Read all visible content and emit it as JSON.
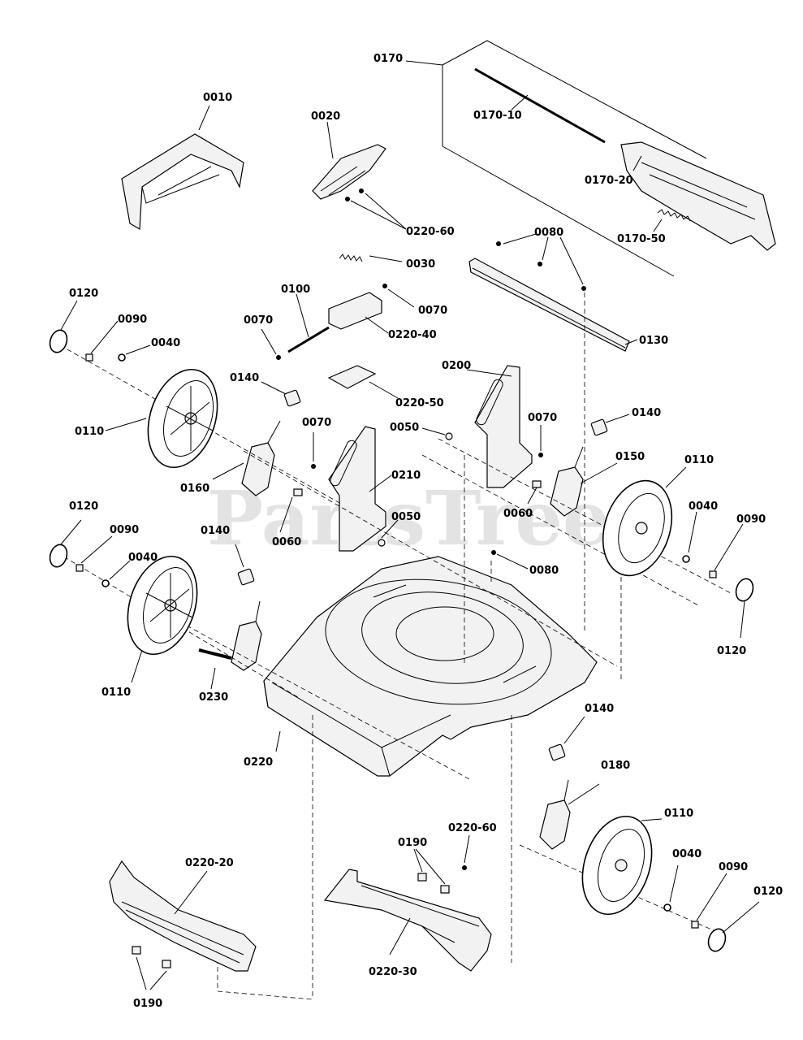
{
  "watermark": "PartsTree",
  "labels": {
    "p0010": "0010",
    "p0020": "0020",
    "p0030": "0030",
    "p0040a": "0040",
    "p0040b": "0040",
    "p0040c": "0040",
    "p0040d": "0040",
    "p0050a": "0050",
    "p0050b": "0050",
    "p0060a": "0060",
    "p0060b": "0060",
    "p0070a": "0070",
    "p0070b": "0070",
    "p0070c": "0070",
    "p0070d": "0070",
    "p0080a": "0080",
    "p0080b": "0080",
    "p0090a": "0090",
    "p0090b": "0090",
    "p0090c": "0090",
    "p0090d": "0090",
    "p0100": "0100",
    "p0110a": "0110",
    "p0110b": "0110",
    "p0110c": "0110",
    "p0110d": "0110",
    "p0120a": "0120",
    "p0120b": "0120",
    "p0120c": "0120",
    "p0120d": "0120",
    "p0130": "0130",
    "p0140a": "0140",
    "p0140b": "0140",
    "p0140c": "0140",
    "p0140d": "0140",
    "p0150": "0150",
    "p0160": "0160",
    "p0170": "0170",
    "p0170_10": "0170-10",
    "p0170_20": "0170-20",
    "p0170_50": "0170-50",
    "p0180": "0180",
    "p0190a": "0190",
    "p0190b": "0190",
    "p0200": "0200",
    "p0210": "0210",
    "p0220": "0220",
    "p0220_20": "0220-20",
    "p0220_30": "0220-30",
    "p0220_40": "0220-40",
    "p0220_50": "0220-50",
    "p0220_60a": "0220-60",
    "p0220_60b": "0220-60",
    "p0230": "0230"
  }
}
